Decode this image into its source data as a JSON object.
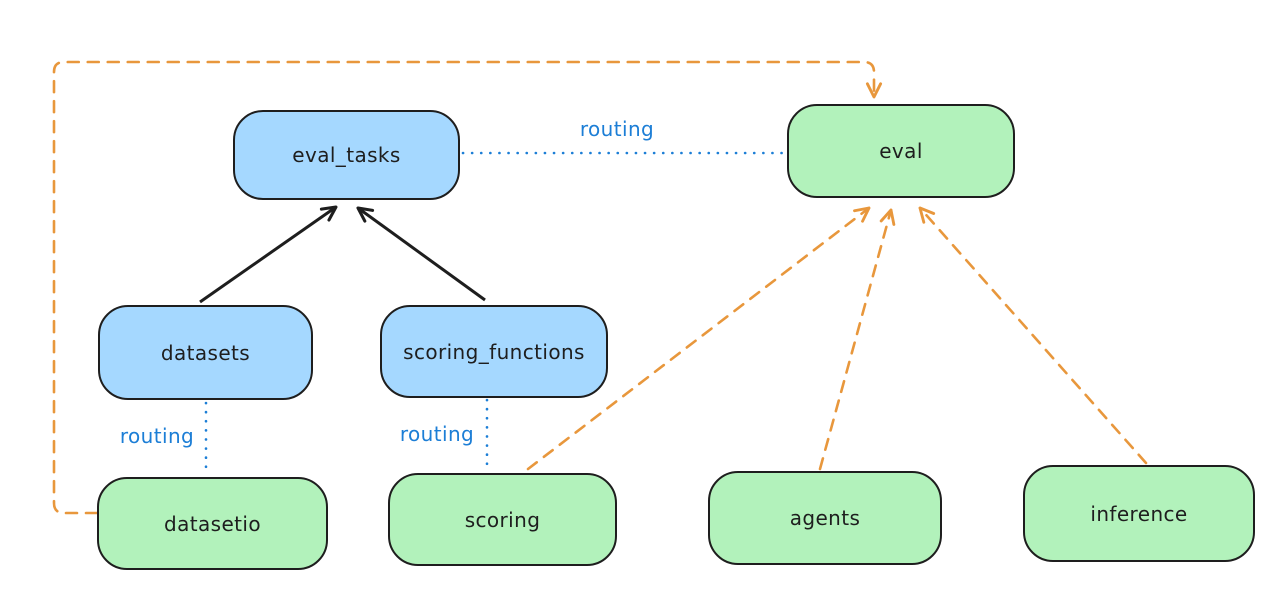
{
  "diagram": {
    "style": "hand-drawn",
    "background": "#ffffff"
  },
  "colors": {
    "node_blue_fill": "#a5d8ff",
    "node_green_fill": "#b2f2bb",
    "node_stroke": "#1e1e1e",
    "black_arrow": "#1e1e1e",
    "routing_blue": "#1c7ed6",
    "orange_dashed": "#e8973c"
  },
  "nodes": [
    {
      "id": "eval_tasks",
      "label": "eval_tasks",
      "fill": "blue"
    },
    {
      "id": "eval",
      "label": "eval",
      "fill": "green"
    },
    {
      "id": "datasets",
      "label": "datasets",
      "fill": "blue"
    },
    {
      "id": "scoring_functions",
      "label": "scoring_functions",
      "fill": "blue"
    },
    {
      "id": "datasetio",
      "label": "datasetio",
      "fill": "green"
    },
    {
      "id": "scoring",
      "label": "scoring",
      "fill": "green"
    },
    {
      "id": "agents",
      "label": "agents",
      "fill": "green"
    },
    {
      "id": "inference",
      "label": "inference",
      "fill": "green"
    }
  ],
  "edges": [
    {
      "from": "datasets",
      "to": "eval_tasks",
      "style": "solid-arrow",
      "color": "black"
    },
    {
      "from": "scoring_functions",
      "to": "eval_tasks",
      "style": "solid-arrow",
      "color": "black"
    },
    {
      "from": "eval_tasks",
      "to": "eval",
      "style": "dotted",
      "color": "blue",
      "label": "routing"
    },
    {
      "from": "datasets",
      "to": "datasetio",
      "style": "dotted",
      "color": "blue",
      "label": "routing"
    },
    {
      "from": "scoring_functions",
      "to": "scoring",
      "style": "dotted",
      "color": "blue",
      "label": "routing"
    },
    {
      "from": "datasetio",
      "to": "eval",
      "style": "dashed-arrow",
      "color": "orange"
    },
    {
      "from": "scoring",
      "to": "eval",
      "style": "dashed-arrow",
      "color": "orange"
    },
    {
      "from": "agents",
      "to": "eval",
      "style": "dashed-arrow",
      "color": "orange"
    },
    {
      "from": "inference",
      "to": "eval",
      "style": "dashed-arrow",
      "color": "orange"
    }
  ]
}
